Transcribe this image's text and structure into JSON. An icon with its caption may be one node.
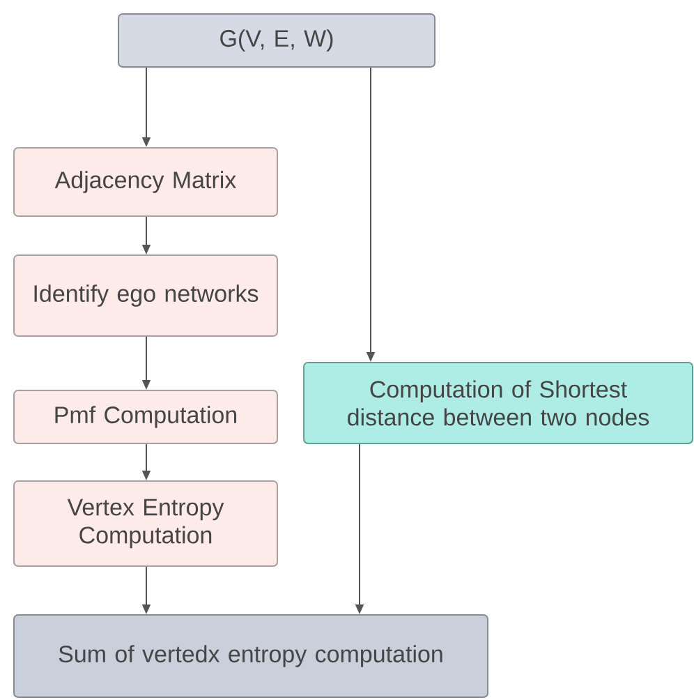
{
  "diagram": {
    "nodes": [
      {
        "text": [
          "G(V, E, W)"
        ]
      },
      {
        "text": [
          "Adjacency Matrix"
        ]
      },
      {
        "text": [
          "Identify ego networks"
        ]
      },
      {
        "text": [
          "Pmf Computation"
        ]
      },
      {
        "text": [
          "Vertex Entropy Computation"
        ]
      },
      {
        "text": [
          "Computation of Shortest distance between two nodes"
        ]
      },
      {
        "text": [
          "Sum of vertedx entropy computation"
        ]
      }
    ],
    "edges": [
      {
        "from": 0,
        "to": 1,
        "arrow": "to"
      },
      {
        "from": 1,
        "to": 2,
        "arrow": "to"
      },
      {
        "from": 2,
        "to": 3,
        "arrow": "to"
      },
      {
        "from": 3,
        "to": 4,
        "arrow": "to"
      },
      {
        "from": 4,
        "to": 6,
        "arrow": "to"
      },
      {
        "from": 0,
        "to": 5,
        "arrow": "to"
      },
      {
        "from": 5,
        "to": 6,
        "arrow": "to"
      }
    ]
  }
}
